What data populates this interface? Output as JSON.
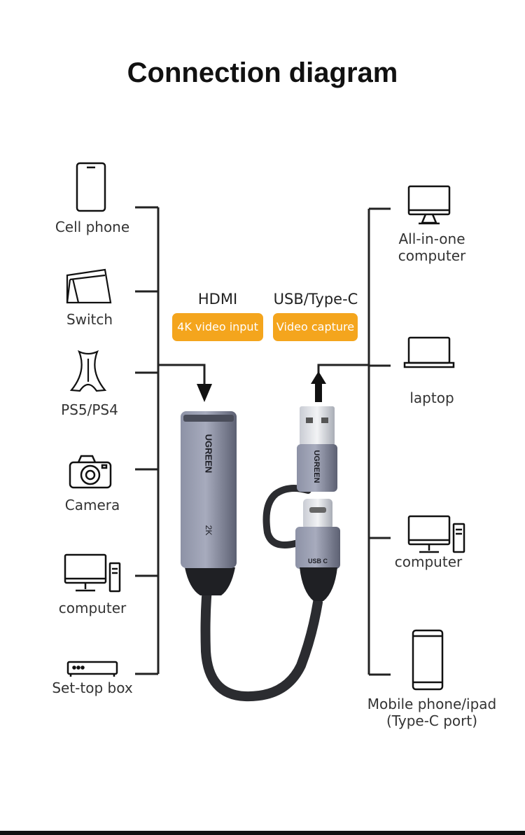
{
  "title": "Connection diagram",
  "left_devices": [
    {
      "label": "Cell phone",
      "icon": "cell-phone-icon"
    },
    {
      "label": "Switch",
      "icon": "switch-icon"
    },
    {
      "label": "PS5/PS4",
      "icon": "ps5-icon"
    },
    {
      "label": "Camera",
      "icon": "camera-icon"
    },
    {
      "label": "computer",
      "icon": "desktop-computer-icon"
    },
    {
      "label": "Set-top box",
      "icon": "set-top-box-icon"
    }
  ],
  "right_devices": [
    {
      "label_line1": "All-in-one",
      "label_line2": "computer",
      "icon": "all-in-one-computer-icon"
    },
    {
      "label": "laptop",
      "icon": "laptop-icon"
    },
    {
      "label": "computer",
      "icon": "desktop-computer-icon"
    },
    {
      "label_line1": "Mobile phone/ipad",
      "label_line2": "(Type-C port)",
      "icon": "tablet-icon"
    }
  ],
  "input": {
    "port": "HDMI",
    "badge": "4K video input"
  },
  "output": {
    "port": "USB/Type-C",
    "badge": "Video capture"
  },
  "device": {
    "brand": "UGREEN",
    "resolution": "2K",
    "usbc_label": "USB C"
  },
  "colors": {
    "badge": "#f4a51d",
    "lines": "#222222",
    "body": "#6e7386"
  }
}
